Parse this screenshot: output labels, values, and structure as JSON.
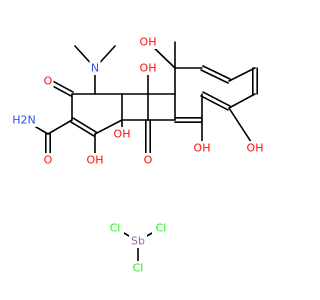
{
  "colors": {
    "oxygen": "#ff0d0d",
    "nitrogen": "#3050f8",
    "chlorine": "#1ff01f",
    "antimony": "#9e63b5",
    "bond": "#000000"
  },
  "molecule": {
    "atoms": [
      {
        "id": "n_dimethyl",
        "label": "N",
        "element": "nitrogen"
      },
      {
        "id": "o_ketone_top",
        "label": "O",
        "element": "oxygen"
      },
      {
        "id": "o_amide",
        "label": "O",
        "element": "oxygen"
      },
      {
        "id": "n_amide",
        "label": "H2N",
        "element": "nitrogen"
      },
      {
        "id": "o_oh_1",
        "label": "OH",
        "element": "oxygen"
      },
      {
        "id": "o_oh_4a",
        "label": "OH",
        "element": "oxygen"
      },
      {
        "id": "o_ketone_mid",
        "label": "O",
        "element": "oxygen"
      },
      {
        "id": "o_oh_5",
        "label": "OH",
        "element": "oxygen"
      },
      {
        "id": "o_oh_6",
        "label": "OH",
        "element": "oxygen"
      },
      {
        "id": "o_oh_11",
        "label": "OH",
        "element": "oxygen"
      },
      {
        "id": "o_oh_phenol",
        "label": "OH",
        "element": "oxygen"
      }
    ]
  },
  "salt": {
    "atoms": [
      {
        "id": "sb",
        "label": "Sb",
        "element": "antimony"
      },
      {
        "id": "cl_left",
        "label": "Cl",
        "element": "chlorine"
      },
      {
        "id": "cl_right",
        "label": "Cl",
        "element": "chlorine"
      },
      {
        "id": "cl_bottom",
        "label": "Cl",
        "element": "chlorine"
      }
    ]
  }
}
